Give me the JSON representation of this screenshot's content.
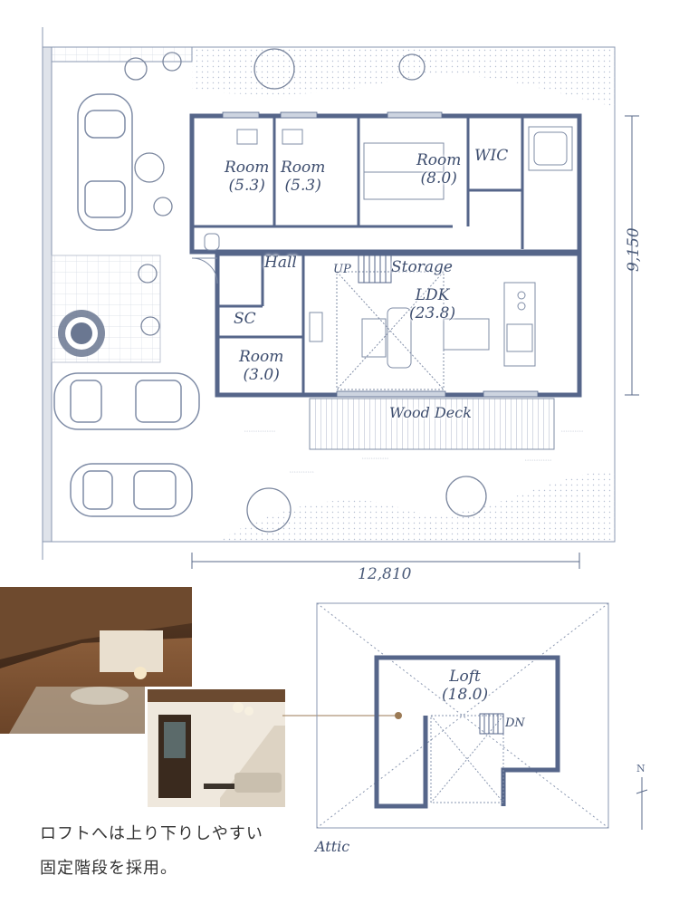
{
  "floor_plan": {
    "rooms": [
      {
        "id": "room-1",
        "label": "Room",
        "value": "(5.3)"
      },
      {
        "id": "room-2",
        "label": "Room",
        "value": "(5.3)"
      },
      {
        "id": "room-3",
        "label": "Room",
        "value": "(8.0)"
      },
      {
        "id": "wic",
        "label": "WIC",
        "value": ""
      },
      {
        "id": "hall",
        "label": "Hall",
        "value": ""
      },
      {
        "id": "storage",
        "label": "Storage",
        "value": ""
      },
      {
        "id": "ldk",
        "label": "LDK",
        "value": "(23.8)"
      },
      {
        "id": "sc",
        "label": "SC",
        "value": ""
      },
      {
        "id": "room-4",
        "label": "Room",
        "value": "(3.0)"
      },
      {
        "id": "wood-deck",
        "label": "Wood Deck",
        "value": ""
      }
    ],
    "up_label": "UP",
    "width_dimension": "12,810",
    "depth_dimension": "9,150"
  },
  "loft_plan": {
    "loft_label": "Loft",
    "loft_value": "(18.0)",
    "dn_label": "DN",
    "attic_label": "Attic",
    "north_label": "N"
  },
  "caption": {
    "line1": "ロフトへは上り下りしやすい",
    "line2": "固定階段を採用。"
  },
  "colors": {
    "wall": "#5a6a8a",
    "line": "#8a97b0",
    "accent": "#9b7a55"
  }
}
